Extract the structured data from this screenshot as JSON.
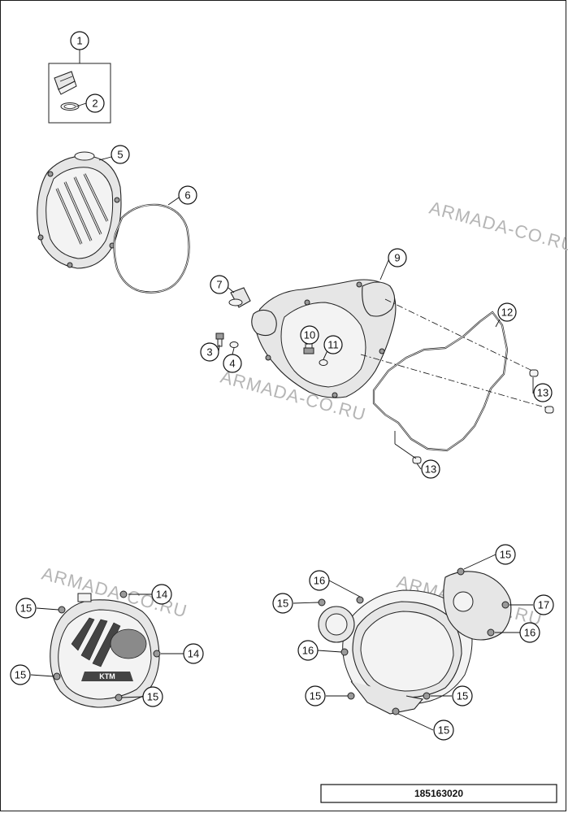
{
  "document_number": "185163020",
  "watermarks": [
    "ARMADA-CO.RU",
    "ARMADA-CO.RU",
    "ARMADA-CO.RU",
    "ARMADA-CO.RU"
  ],
  "callouts": [
    "1",
    "2",
    "5",
    "6",
    "7",
    "9",
    "3",
    "4",
    "10",
    "11",
    "12",
    "13",
    "13",
    "15",
    "14",
    "14",
    "15",
    "15",
    "16",
    "15",
    "16",
    "15",
    "15",
    "15",
    "15",
    "17",
    "16"
  ]
}
